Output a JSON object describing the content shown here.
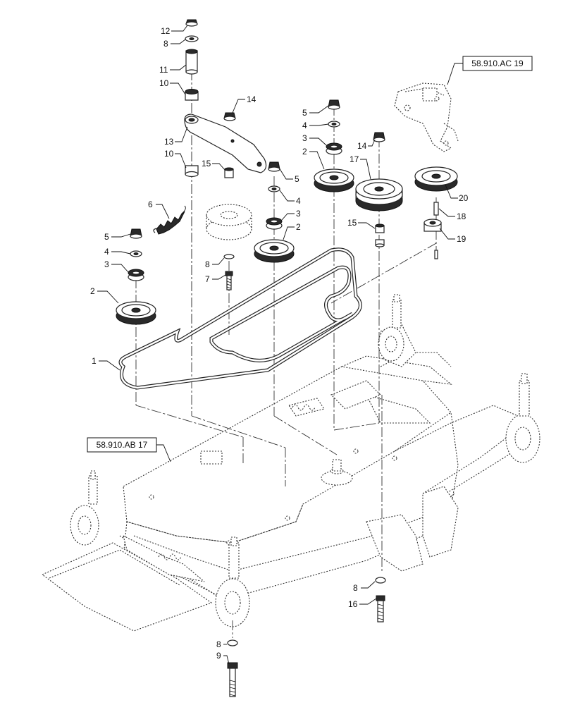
{
  "references": [
    {
      "id": "ref-ac19",
      "text": "58.910.AC 19"
    },
    {
      "id": "ref-ab17",
      "text": "58.910.AB 17"
    }
  ],
  "callouts": [
    {
      "id": "c12",
      "text": "12"
    },
    {
      "id": "c8a",
      "text": "8"
    },
    {
      "id": "c11",
      "text": "11"
    },
    {
      "id": "c10a",
      "text": "10"
    },
    {
      "id": "c14a",
      "text": "14"
    },
    {
      "id": "c13",
      "text": "13"
    },
    {
      "id": "c10b",
      "text": "10"
    },
    {
      "id": "c15a",
      "text": "15"
    },
    {
      "id": "c5a",
      "text": "5"
    },
    {
      "id": "c6",
      "text": "6"
    },
    {
      "id": "c5b",
      "text": "5"
    },
    {
      "id": "c4a",
      "text": "4"
    },
    {
      "id": "c3a",
      "text": "3"
    },
    {
      "id": "c2a",
      "text": "2"
    },
    {
      "id": "c4b",
      "text": "4"
    },
    {
      "id": "c3b",
      "text": "3"
    },
    {
      "id": "c2b",
      "text": "2"
    },
    {
      "id": "c8b",
      "text": "8"
    },
    {
      "id": "c7",
      "text": "7"
    },
    {
      "id": "c5c",
      "text": "5"
    },
    {
      "id": "c4c",
      "text": "4"
    },
    {
      "id": "c3c",
      "text": "3"
    },
    {
      "id": "c2c",
      "text": "2"
    },
    {
      "id": "c14b",
      "text": "14"
    },
    {
      "id": "c17",
      "text": "17"
    },
    {
      "id": "c20",
      "text": "20"
    },
    {
      "id": "c18",
      "text": "18"
    },
    {
      "id": "c15b",
      "text": "15"
    },
    {
      "id": "c19",
      "text": "19"
    },
    {
      "id": "c1",
      "text": "1"
    },
    {
      "id": "c8c",
      "text": "8"
    },
    {
      "id": "c16",
      "text": "16"
    },
    {
      "id": "c8d",
      "text": "8"
    },
    {
      "id": "c9",
      "text": "9"
    }
  ]
}
